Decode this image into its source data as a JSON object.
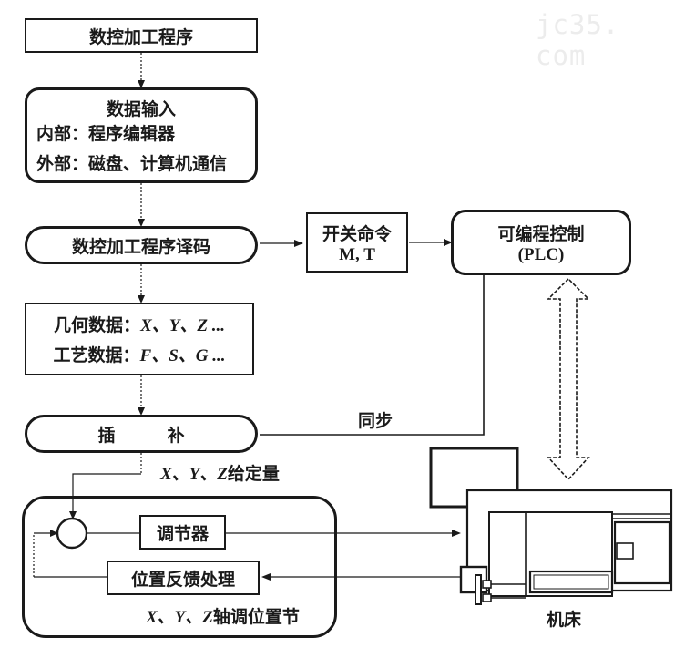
{
  "watermark": "jc35. com",
  "boxes": {
    "program": "数控加工程序",
    "input_title": "数据输入",
    "input_line1": "内部：程序编辑器",
    "input_line2": "外部：磁盘、计算机通信",
    "decode": "数控加工程序译码",
    "switch_line1": "开关命令",
    "switch_line2": "M, T",
    "plc_line1": "可编程控制",
    "plc_line2": "(PLC)",
    "data_line1_label": "几何数据：",
    "data_line1_value": "X、Y、Z ...",
    "data_line2_label": "工艺数据：",
    "data_line2_value": "F、S、G ...",
    "interpolation": "插　　　补",
    "regulator": "调节器",
    "feedback": "位置反馈处理"
  },
  "labels": {
    "sync": "同步",
    "setpoint_italic": "X、Y、Z",
    "setpoint_rest": "给定量",
    "axis_italic": "X、Y、Z",
    "axis_rest": "轴调位置节",
    "machine": "机床"
  },
  "colors": {
    "line": "#1a1a1a",
    "watermark": "#ececec"
  }
}
